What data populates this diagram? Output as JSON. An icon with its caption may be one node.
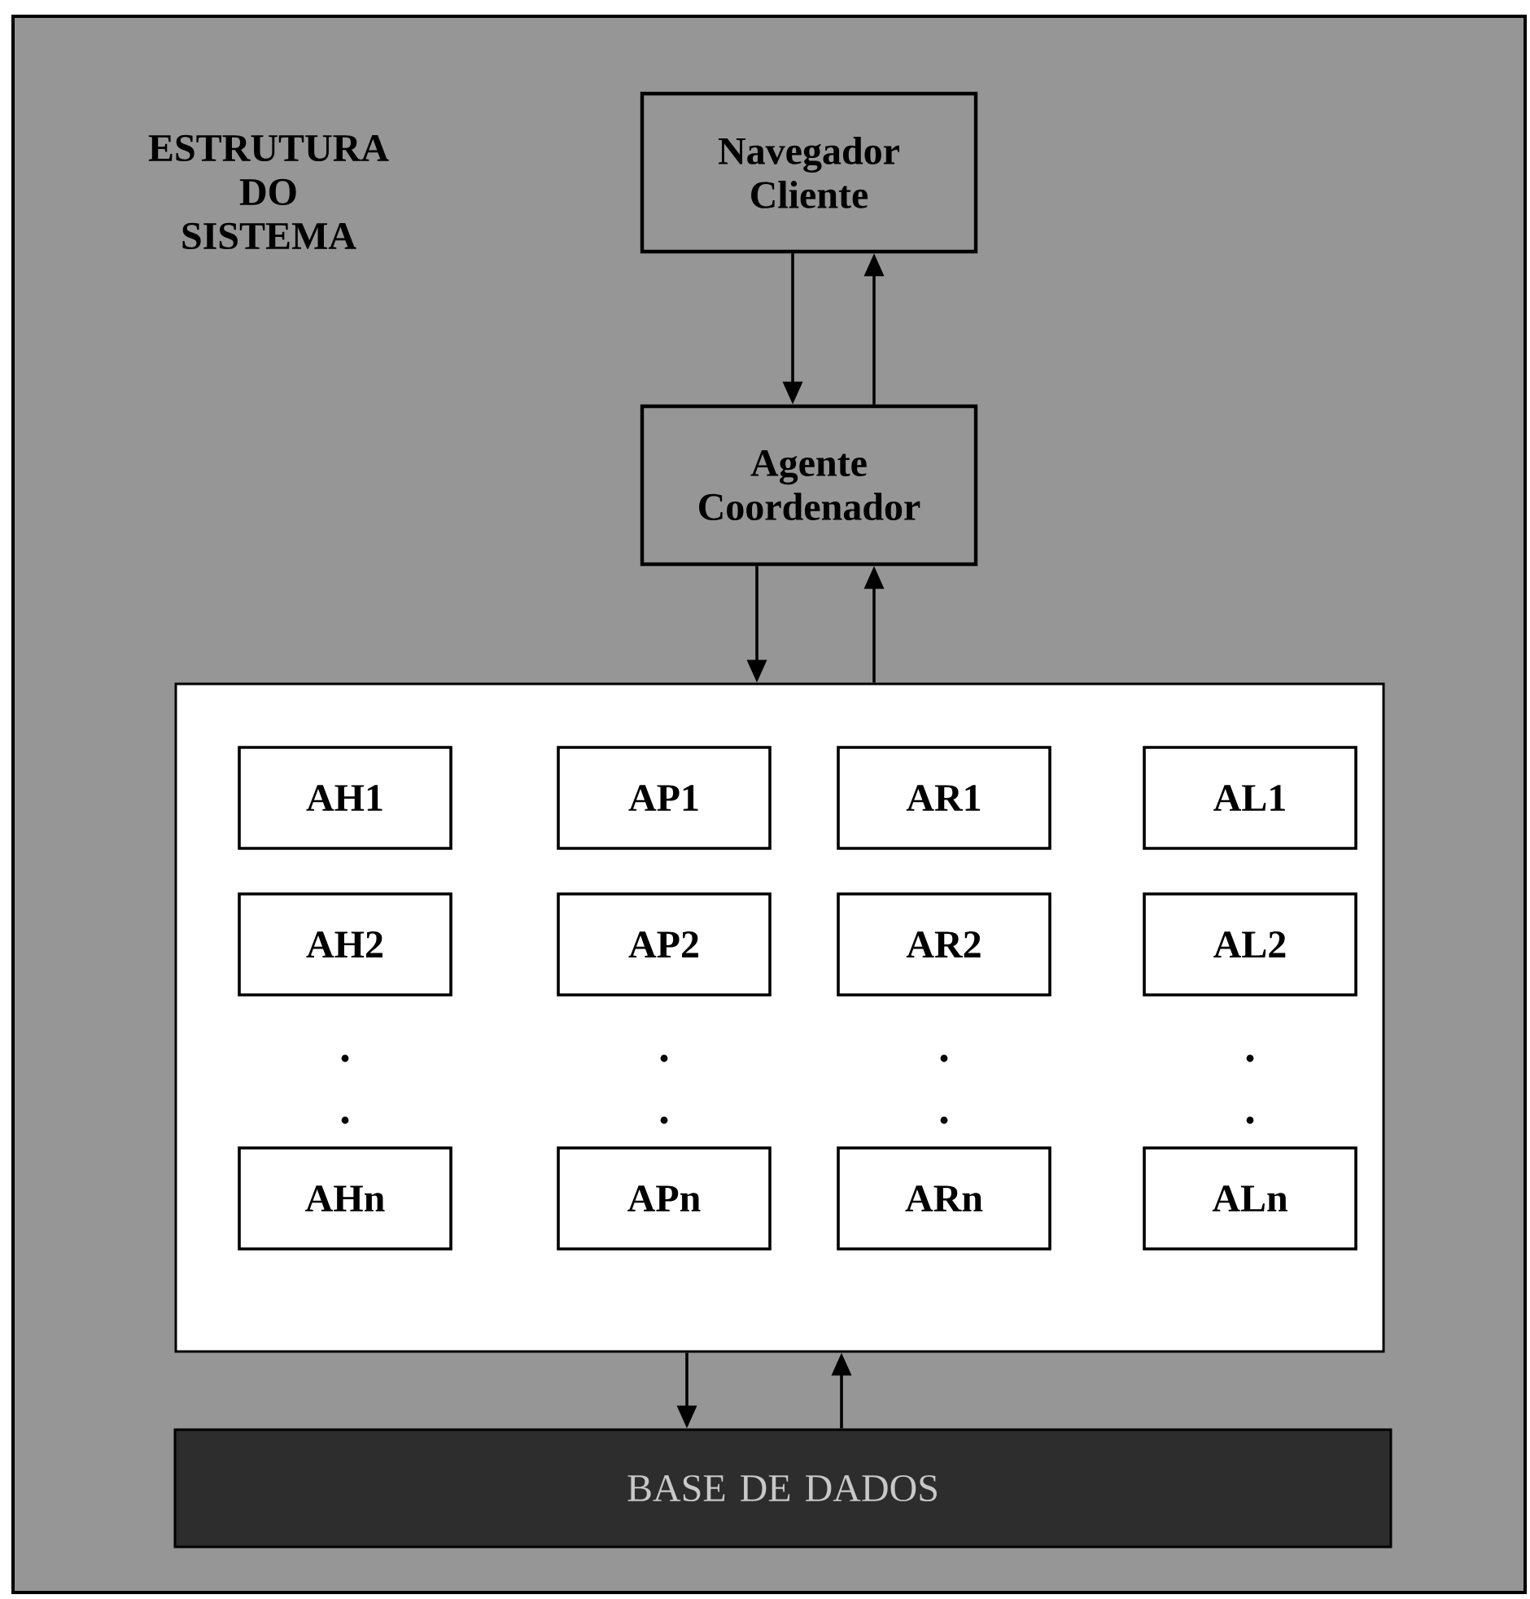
{
  "diagram": {
    "title": "ESTRUTURA DO SISTEMA",
    "nodes": [
      {
        "text": [
          "Navegador Cliente"
        ]
      },
      {
        "text": [
          "Agente Coordenador"
        ]
      },
      {
        "text": [],
        "shape": "box"
      },
      {
        "text": [
          "AH1"
        ],
        "in": 2
      },
      {
        "text": [
          "AP1"
        ],
        "in": 2
      },
      {
        "text": [
          "AR1"
        ],
        "in": 2
      },
      {
        "text": [
          "AL1"
        ],
        "in": 2
      },
      {
        "text": [
          "AH2"
        ],
        "in": 2
      },
      {
        "text": [
          "AP2"
        ],
        "in": 2
      },
      {
        "text": [
          "AR2"
        ],
        "in": 2
      },
      {
        "text": [
          "AL2"
        ],
        "in": 2
      },
      {
        "text": [
          "AHn"
        ],
        "in": 2
      },
      {
        "text": [
          "APn"
        ],
        "in": 2
      },
      {
        "text": [
          "ARn"
        ],
        "in": 2
      },
      {
        "text": [
          "ALn"
        ],
        "in": 2
      },
      {
        "text": [
          "BASE DE DADOS"
        ]
      }
    ],
    "edges": [
      {
        "from": 0,
        "to": 1,
        "arrow": "to"
      },
      {
        "from": 1,
        "to": 0,
        "arrow": "to"
      },
      {
        "from": 1,
        "to": 2,
        "arrow": "to"
      },
      {
        "from": 2,
        "to": 1,
        "arrow": "to"
      },
      {
        "from": 2,
        "to": 15,
        "arrow": "to"
      },
      {
        "from": 15,
        "to": 2,
        "arrow": "to"
      }
    ]
  }
}
